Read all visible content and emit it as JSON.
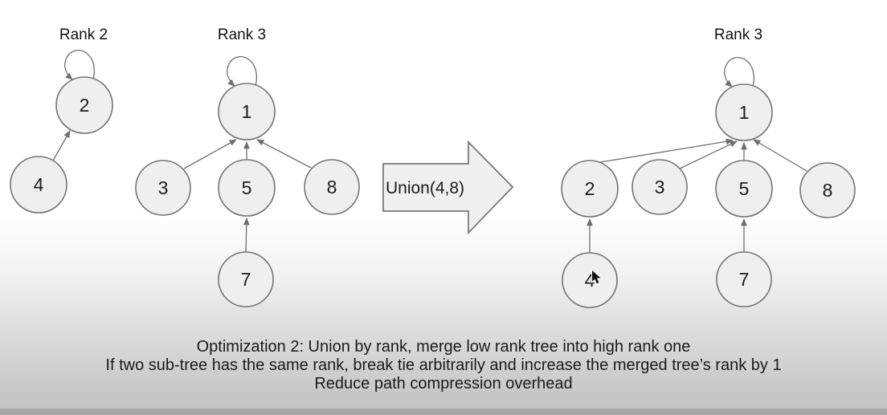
{
  "trees": [
    {
      "title": "Rank 2",
      "rank": 2,
      "nodes": [
        {
          "label": "2",
          "parent": "2",
          "self_loop": true
        },
        {
          "label": "4",
          "parent": "2",
          "self_loop": false
        }
      ]
    },
    {
      "title": "Rank 3",
      "rank": 3,
      "nodes": [
        {
          "label": "1",
          "parent": "1",
          "self_loop": true
        },
        {
          "label": "3",
          "parent": "1",
          "self_loop": false
        },
        {
          "label": "5",
          "parent": "1",
          "self_loop": false
        },
        {
          "label": "8",
          "parent": "1",
          "self_loop": false
        },
        {
          "label": "7",
          "parent": "5",
          "self_loop": false
        }
      ]
    },
    {
      "title": "Rank 3",
      "rank": 3,
      "nodes": [
        {
          "label": "1",
          "parent": "1",
          "self_loop": true
        },
        {
          "label": "2",
          "parent": "1",
          "self_loop": false
        },
        {
          "label": "3",
          "parent": "1",
          "self_loop": false
        },
        {
          "label": "5",
          "parent": "1",
          "self_loop": false
        },
        {
          "label": "8",
          "parent": "1",
          "self_loop": false
        },
        {
          "label": "4",
          "parent": "2",
          "self_loop": false
        },
        {
          "label": "7",
          "parent": "5",
          "self_loop": false
        }
      ]
    }
  ],
  "union_arrow": {
    "label": "Union(4,8)"
  },
  "caption_lines": [
    "Optimization 2: Union by rank, merge low rank tree into high rank one",
    "If two sub-tree has the same rank, break tie arbitrarily and increase the merged tree’s rank by 1",
    "Reduce path compression overhead"
  ],
  "cursor": {
    "over_node": "4"
  },
  "colors": {
    "node_fill": "#efefef",
    "node_stroke": "#757575",
    "edge": "#6e6e6e",
    "background_top": "#ffffff",
    "background_bottom": "#c2c2c2",
    "footer_band": "#a6a6a6",
    "text": "#1a1a1a"
  }
}
